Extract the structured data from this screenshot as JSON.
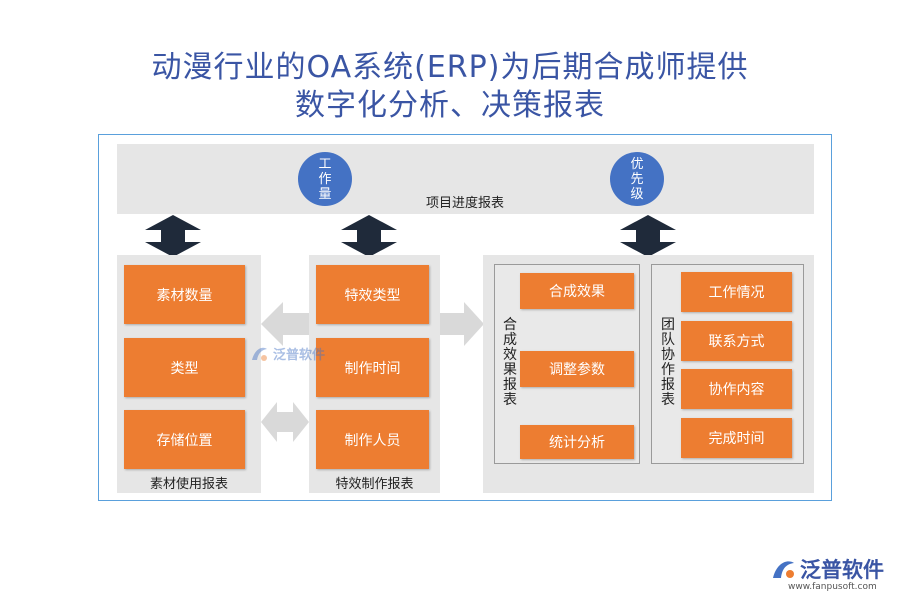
{
  "title": {
    "line1": "动漫行业的OA系统(ERP)为后期合成师提供",
    "line2": "数字化分析、决策报表"
  },
  "top_band": {
    "label": "项目进度报表",
    "circle_left": "工作量",
    "circle_right": "优先级"
  },
  "panel_material": {
    "label": "素材使用报表",
    "items": [
      "素材数量",
      "类型",
      "存储位置"
    ]
  },
  "panel_effects": {
    "label": "特效制作报表",
    "items": [
      "特效类型",
      "制作时间",
      "制作人员"
    ]
  },
  "subpanel_composite": {
    "label": "合成效果报表",
    "items": [
      "合成效果",
      "调整参数",
      "统计分析"
    ]
  },
  "subpanel_team": {
    "label": "团队协作报表",
    "items": [
      "工作情况",
      "联系方式",
      "协作内容",
      "完成时间"
    ]
  },
  "watermark_center": {
    "text": "泛普软件"
  },
  "logo": {
    "text": "泛普软件",
    "url": "www.fanpusoft.com"
  },
  "colors": {
    "title": "#3a55a4",
    "box": "#ed7d31",
    "circle": "#4472c4",
    "arrow_dark": "#1f2a3a",
    "arrow_light": "#d9d9d9",
    "frame_border": "#5aa0dc"
  }
}
